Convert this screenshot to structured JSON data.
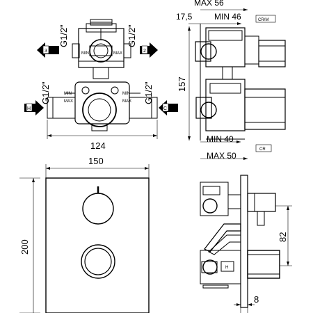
{
  "dimensions": {
    "top_view": {
      "thread_top_left": "G1/2\"",
      "thread_top_right": "G1/2\"",
      "thread_bottom_left": "G1/2\"",
      "thread_bottom_right": "G1/2\"",
      "width": "124",
      "port_left": "3",
      "port_right": "2",
      "inlet_hot": "H",
      "inlet_cold": "C",
      "min_label": "MIN",
      "max_label": "MAX"
    },
    "side_view": {
      "offset": "17,5",
      "max_top": "MAX 56",
      "min_top": "MIN 46",
      "height": "157",
      "min_bottom": "MIN 40",
      "max_bottom": "MAX 50",
      "model_top": "CR/M",
      "model_bottom": "CR"
    },
    "front_view": {
      "width": "150",
      "height": "200"
    },
    "trim_side_view": {
      "spacing": "82",
      "plate_thickness": "8",
      "hot_mark": "H"
    }
  }
}
